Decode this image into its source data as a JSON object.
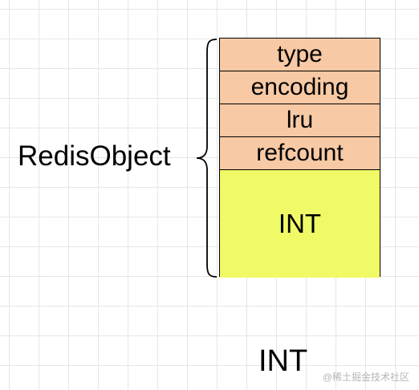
{
  "object_label": "RedisObject",
  "struct": {
    "fields": [
      {
        "label": "type"
      },
      {
        "label": "encoding"
      },
      {
        "label": "lru"
      },
      {
        "label": "refcount"
      }
    ],
    "payload_label": "INT"
  },
  "caption": "INT",
  "watermark": "@稀土掘金技术社区",
  "colors": {
    "field_fill": "#f7c9a4",
    "payload_fill": "#f0fa66",
    "grid": "#e6e6e6"
  }
}
